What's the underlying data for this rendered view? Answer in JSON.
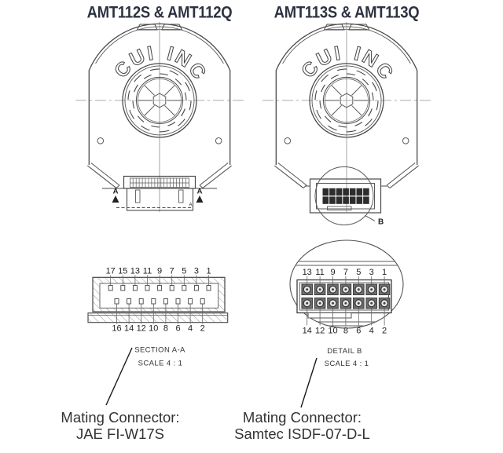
{
  "header": {
    "left_title": "AMT112S & AMT112Q",
    "right_title": "AMT113S & AMT113Q"
  },
  "branding": {
    "logo_word1": "CUI",
    "logo_word2": "INC"
  },
  "markers": {
    "section": "A",
    "detail": "B"
  },
  "section_aa": {
    "label": "SECTION A-A",
    "scale": "SCALE 4 : 1",
    "pins_top": [
      "17",
      "15",
      "13",
      "11",
      "9",
      "7",
      "5",
      "3",
      "1"
    ],
    "pins_bottom": [
      "16",
      "14",
      "12",
      "10",
      "8",
      "6",
      "4",
      "2"
    ]
  },
  "detail_b": {
    "label": "DETAIL B",
    "scale": "SCALE 4 : 1",
    "pins_top": [
      "13",
      "11",
      "9",
      "7",
      "5",
      "3",
      "1"
    ],
    "pins_bottom": [
      "14",
      "12",
      "10",
      "8",
      "6",
      "4",
      "2"
    ]
  },
  "mating_connectors": {
    "left": {
      "line1": "Mating Connector:",
      "line2": "JAE FI-W17S"
    },
    "right": {
      "line1": "Mating Connector:",
      "line2": "Samtec ISDF-07-D-L"
    }
  },
  "colors": {
    "line": "#4a4a4a",
    "title": "#2c3240",
    "text": "#333333"
  }
}
